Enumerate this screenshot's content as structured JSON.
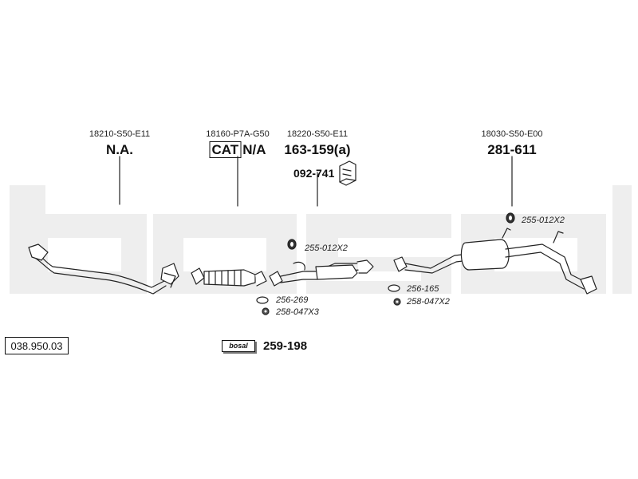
{
  "watermark": "bosal",
  "diagram_code": "038.950.03",
  "sections": [
    {
      "oe": "18210-S50-E11",
      "part": "N.A."
    },
    {
      "oe": "18160-P7A-G50",
      "cat": "CAT",
      "part": "N/A"
    },
    {
      "oe": "18220-S50-E11",
      "part": "163-159(a)"
    },
    {
      "oe": "18030-S50-E00",
      "part": "281-611"
    }
  ],
  "accessories": {
    "bracket": "092-741",
    "gasket_top_1": "255-012X2",
    "gasket_top_2": "255-012X2",
    "ring_1": "256-269",
    "nut_1": "258-047X3",
    "ring_2": "256-165",
    "nut_2": "258-047X2"
  },
  "mounting_kit": {
    "brand": "bosal",
    "part": "259-198"
  }
}
